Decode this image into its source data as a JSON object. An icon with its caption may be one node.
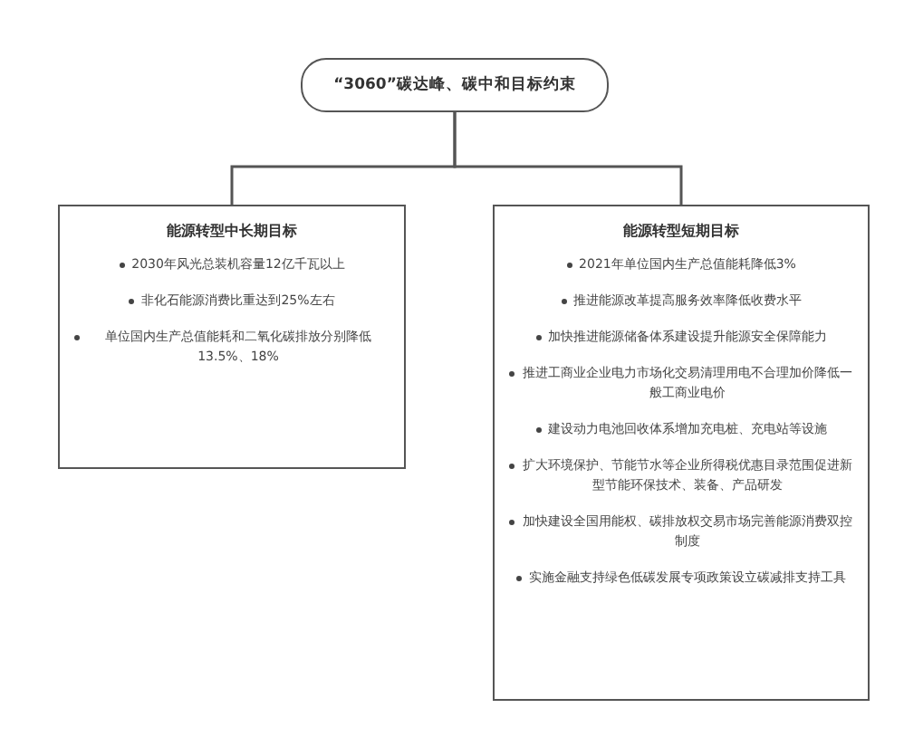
{
  "diagram": {
    "nodes": [
      {
        "text": [
          "“3060”碳达峰、碳中和目标约束"
        ]
      },
      {
        "text": [
          "能源转型中长期目标",
          "2030年风光总装机容量12亿千瓦以上",
          "非化石能源消费比重达到25%左右",
          "单位国内生产总值能耗和二氧化碳排放分别降低13.5%、18%"
        ]
      },
      {
        "text": [
          "能源转型短期目标",
          "2021年单位国内生产总值能耗降低3%",
          "推进能源改革提高服务效率降低收费水平",
          "加快推进能源储备体系建设提升能源安全保障能力",
          "推进工商业企业电力市场化交易清理用电不合理加价降低一般工商业电价",
          "建设动力电池回收体系增加充电桩、充电站等设施",
          "扩大环境保护、节能节水等企业所得税优惠目录范围促进新型节能环保技术、装备、产品研发",
          "加快建设全国用能权、碳排放权交易市场完善能源消费双控制度",
          "实施金融支持绿色低碳发展专项政策设立碳减排支持工具"
        ]
      }
    ],
    "edges": [
      {
        "from": 0,
        "to": 1,
        "arrow": "none"
      },
      {
        "from": 0,
        "to": 2,
        "arrow": "none"
      }
    ]
  }
}
